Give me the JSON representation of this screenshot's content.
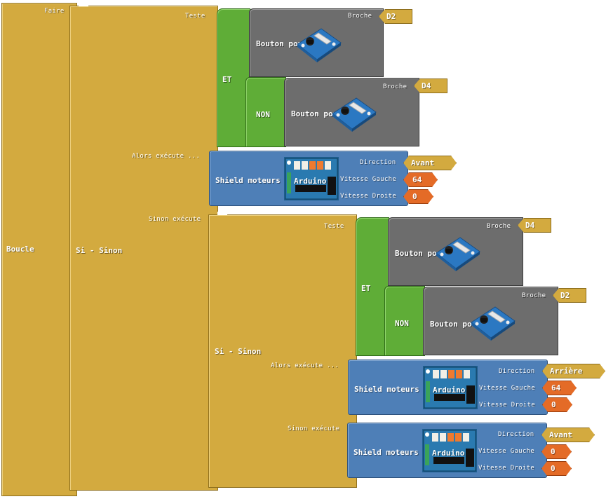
{
  "loop": {
    "title": "Boucle",
    "do_label": "Faire"
  },
  "ifelse_outer": {
    "title": "Si - Sinon",
    "test_label": "Teste",
    "then_label": "Alors exécute ...",
    "else_label": "Sinon exécute"
  },
  "and_outer": {
    "label": "ET"
  },
  "not_outer": {
    "label": "NON"
  },
  "button_a": {
    "title": "Bouton poussoir",
    "pin_label": "Broche",
    "pin": "D2"
  },
  "button_b": {
    "title": "Bouton poussoir",
    "pin_label": "Broche",
    "pin": "D4"
  },
  "motor_a": {
    "title": "Shield moteurs",
    "board_text": "Arduino",
    "direction_label": "Direction",
    "direction": "Avant",
    "left_label": "Vitesse Gauche",
    "left": "64",
    "right_label": "Vitesse Droite",
    "right": "0"
  },
  "ifelse_inner": {
    "title": "Si - Sinon",
    "test_label": "Teste",
    "then_label": "Alors exécute ...",
    "else_label": "Sinon exécute"
  },
  "and_inner": {
    "label": "ET"
  },
  "not_inner": {
    "label": "NON"
  },
  "button_c": {
    "title": "Bouton poussoir",
    "pin_label": "Broche",
    "pin": "D4"
  },
  "button_d": {
    "title": "Bouton poussoir",
    "pin_label": "Broche",
    "pin": "D2"
  },
  "motor_b": {
    "title": "Shield moteurs",
    "board_text": "Arduino",
    "direction_label": "Direction",
    "direction": "Arrière",
    "left_label": "Vitesse Gauche",
    "left": "64",
    "right_label": "Vitesse Droite",
    "right": "0"
  },
  "motor_c": {
    "title": "Shield moteurs",
    "board_text": "Arduino",
    "direction_label": "Direction",
    "direction": "Avant",
    "left_label": "Vitesse Gauche",
    "left": "0",
    "right_label": "Vitesse Droite",
    "right": "0"
  },
  "colors": {
    "control": "#d3aa3f",
    "logic": "#5fad37",
    "sensor": "#6d6d6d",
    "actuator": "#4e7fb7",
    "number": "#e46b27"
  }
}
